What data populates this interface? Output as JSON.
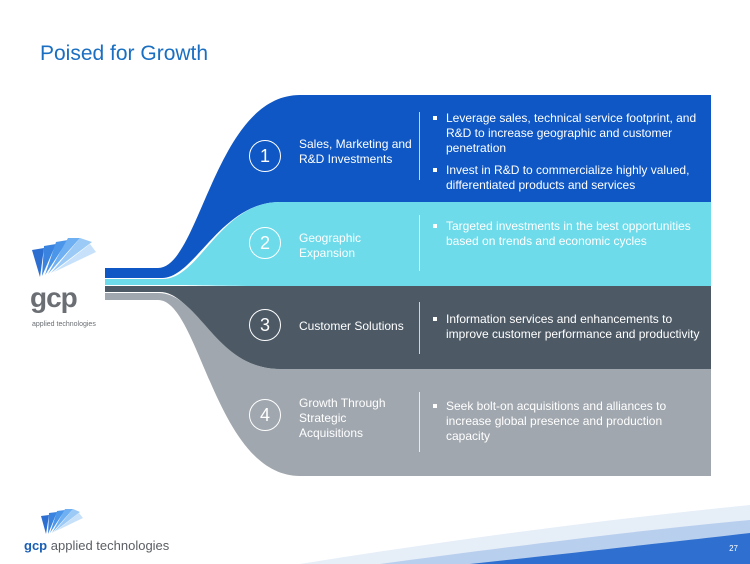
{
  "slide": {
    "title": "Poised for Growth",
    "page_number": "27"
  },
  "logo": {
    "brand": "gcp",
    "tagline": "applied technologies"
  },
  "footer": {
    "brand": "gcp",
    "tagline": "applied technologies"
  },
  "colors": {
    "title": "#1a6fc2",
    "row1": "#0f57c4",
    "row2": "#6ddbea",
    "row3": "#4d5a66",
    "row4": "#a0a7ae"
  },
  "rows": [
    {
      "number": "1",
      "label": "Sales, Marketing and R&D Investments",
      "bullets": [
        "Leverage sales, technical service footprint, and R&D to increase geographic and customer penetration",
        "Invest in R&D to commercialize highly valued, differentiated products and services"
      ]
    },
    {
      "number": "2",
      "label": "Geographic Expansion",
      "bullets": [
        "Targeted investments in the best opportunities based on trends and economic cycles"
      ]
    },
    {
      "number": "3",
      "label": "Customer Solutions",
      "bullets": [
        "Information services and enhancements to improve customer performance and productivity"
      ]
    },
    {
      "number": "4",
      "label": "Growth Through Strategic Acquisitions",
      "bullets": [
        "Seek bolt-on acquisitions and alliances to increase global presence and production capacity"
      ]
    }
  ]
}
